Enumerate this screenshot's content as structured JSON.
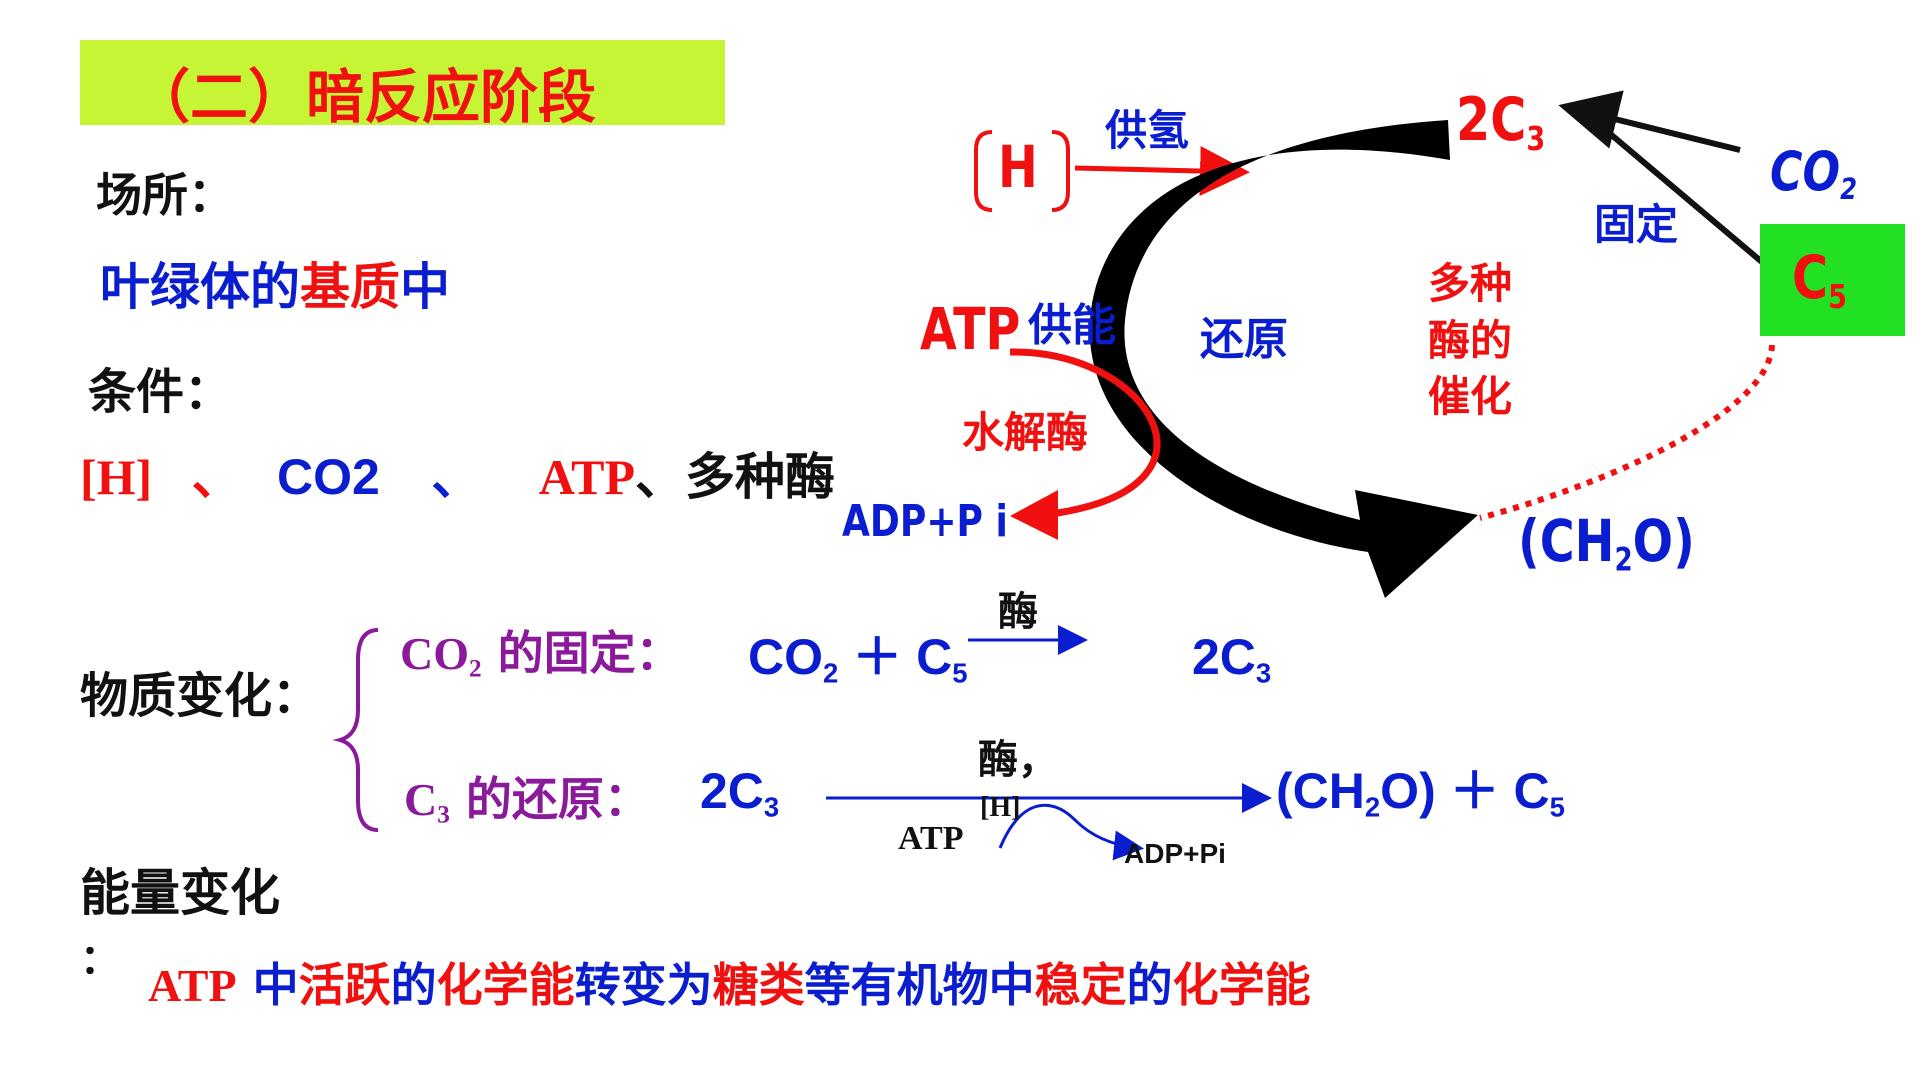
{
  "title": "（二）暗反应阶段",
  "location": {
    "label": "场所：",
    "value_part1": "叶绿体的",
    "value_part2": "基质",
    "value_part3": "中"
  },
  "conditions": {
    "label": "条件：",
    "h": "[H]",
    "sep1": "、",
    "co2": "CO2",
    "sep2": "、",
    "atp": "ATP",
    "rest": "、多种酶"
  },
  "cycle": {
    "h_reactant": "H",
    "supply_h": "供氢",
    "atp": "ATP",
    "supply_energy": "供能",
    "hydrolase": "水解酶",
    "adp_pi": "ADP+P i",
    "reduction": "还原",
    "enzyme_line1": "多种",
    "enzyme_line2": "酶的",
    "enzyme_line3": "催化",
    "c3": "2C",
    "c3_sub": "3",
    "co2": "CO",
    "co2_sub": "2",
    "fixation": "固定",
    "c5": "C",
    "c5_sub": "5",
    "ch2o_a": "(CH",
    "ch2o_sub": "2",
    "ch2o_b": "O)"
  },
  "material_change": {
    "label": "物质变化：",
    "fixation": {
      "label_a": "CO",
      "label_sub": "2",
      "label_b": " 的固定：",
      "eq_a": "CO",
      "eq_a_sub": "2",
      "eq_plus": " ＋ C",
      "eq_plus_sub": "5",
      "enzyme": "酶",
      "product": "2C",
      "product_sub": "3"
    },
    "reduction": {
      "label_a": "C",
      "label_sub": "3",
      "label_b": " 的还原：",
      "reactant": "2C",
      "reactant_sub": "3",
      "enzyme": "酶，",
      "h": "[H]",
      "atp": "ATP",
      "adp": "ADP+Pi",
      "product_a": "(CH",
      "product_sub": "2",
      "product_b": "O)  ＋ C",
      "product_sub2": "5"
    }
  },
  "energy_change": {
    "label": "能量变化",
    "colon": "：",
    "atp": "ATP",
    "p1": " 中",
    "p2": "活跃",
    "p3": "的",
    "p4": "化学能",
    "p5": "转变为",
    "p6": "糖类",
    "p7": "等有机物中",
    "p8": "稳定",
    "p9": "的",
    "p10": "化学能"
  },
  "colors": {
    "red": "#f01010",
    "blue": "#0b1ecf",
    "purple": "#8a1a9a",
    "title_bg": "#c6f535",
    "c5_bg": "#22e022"
  }
}
